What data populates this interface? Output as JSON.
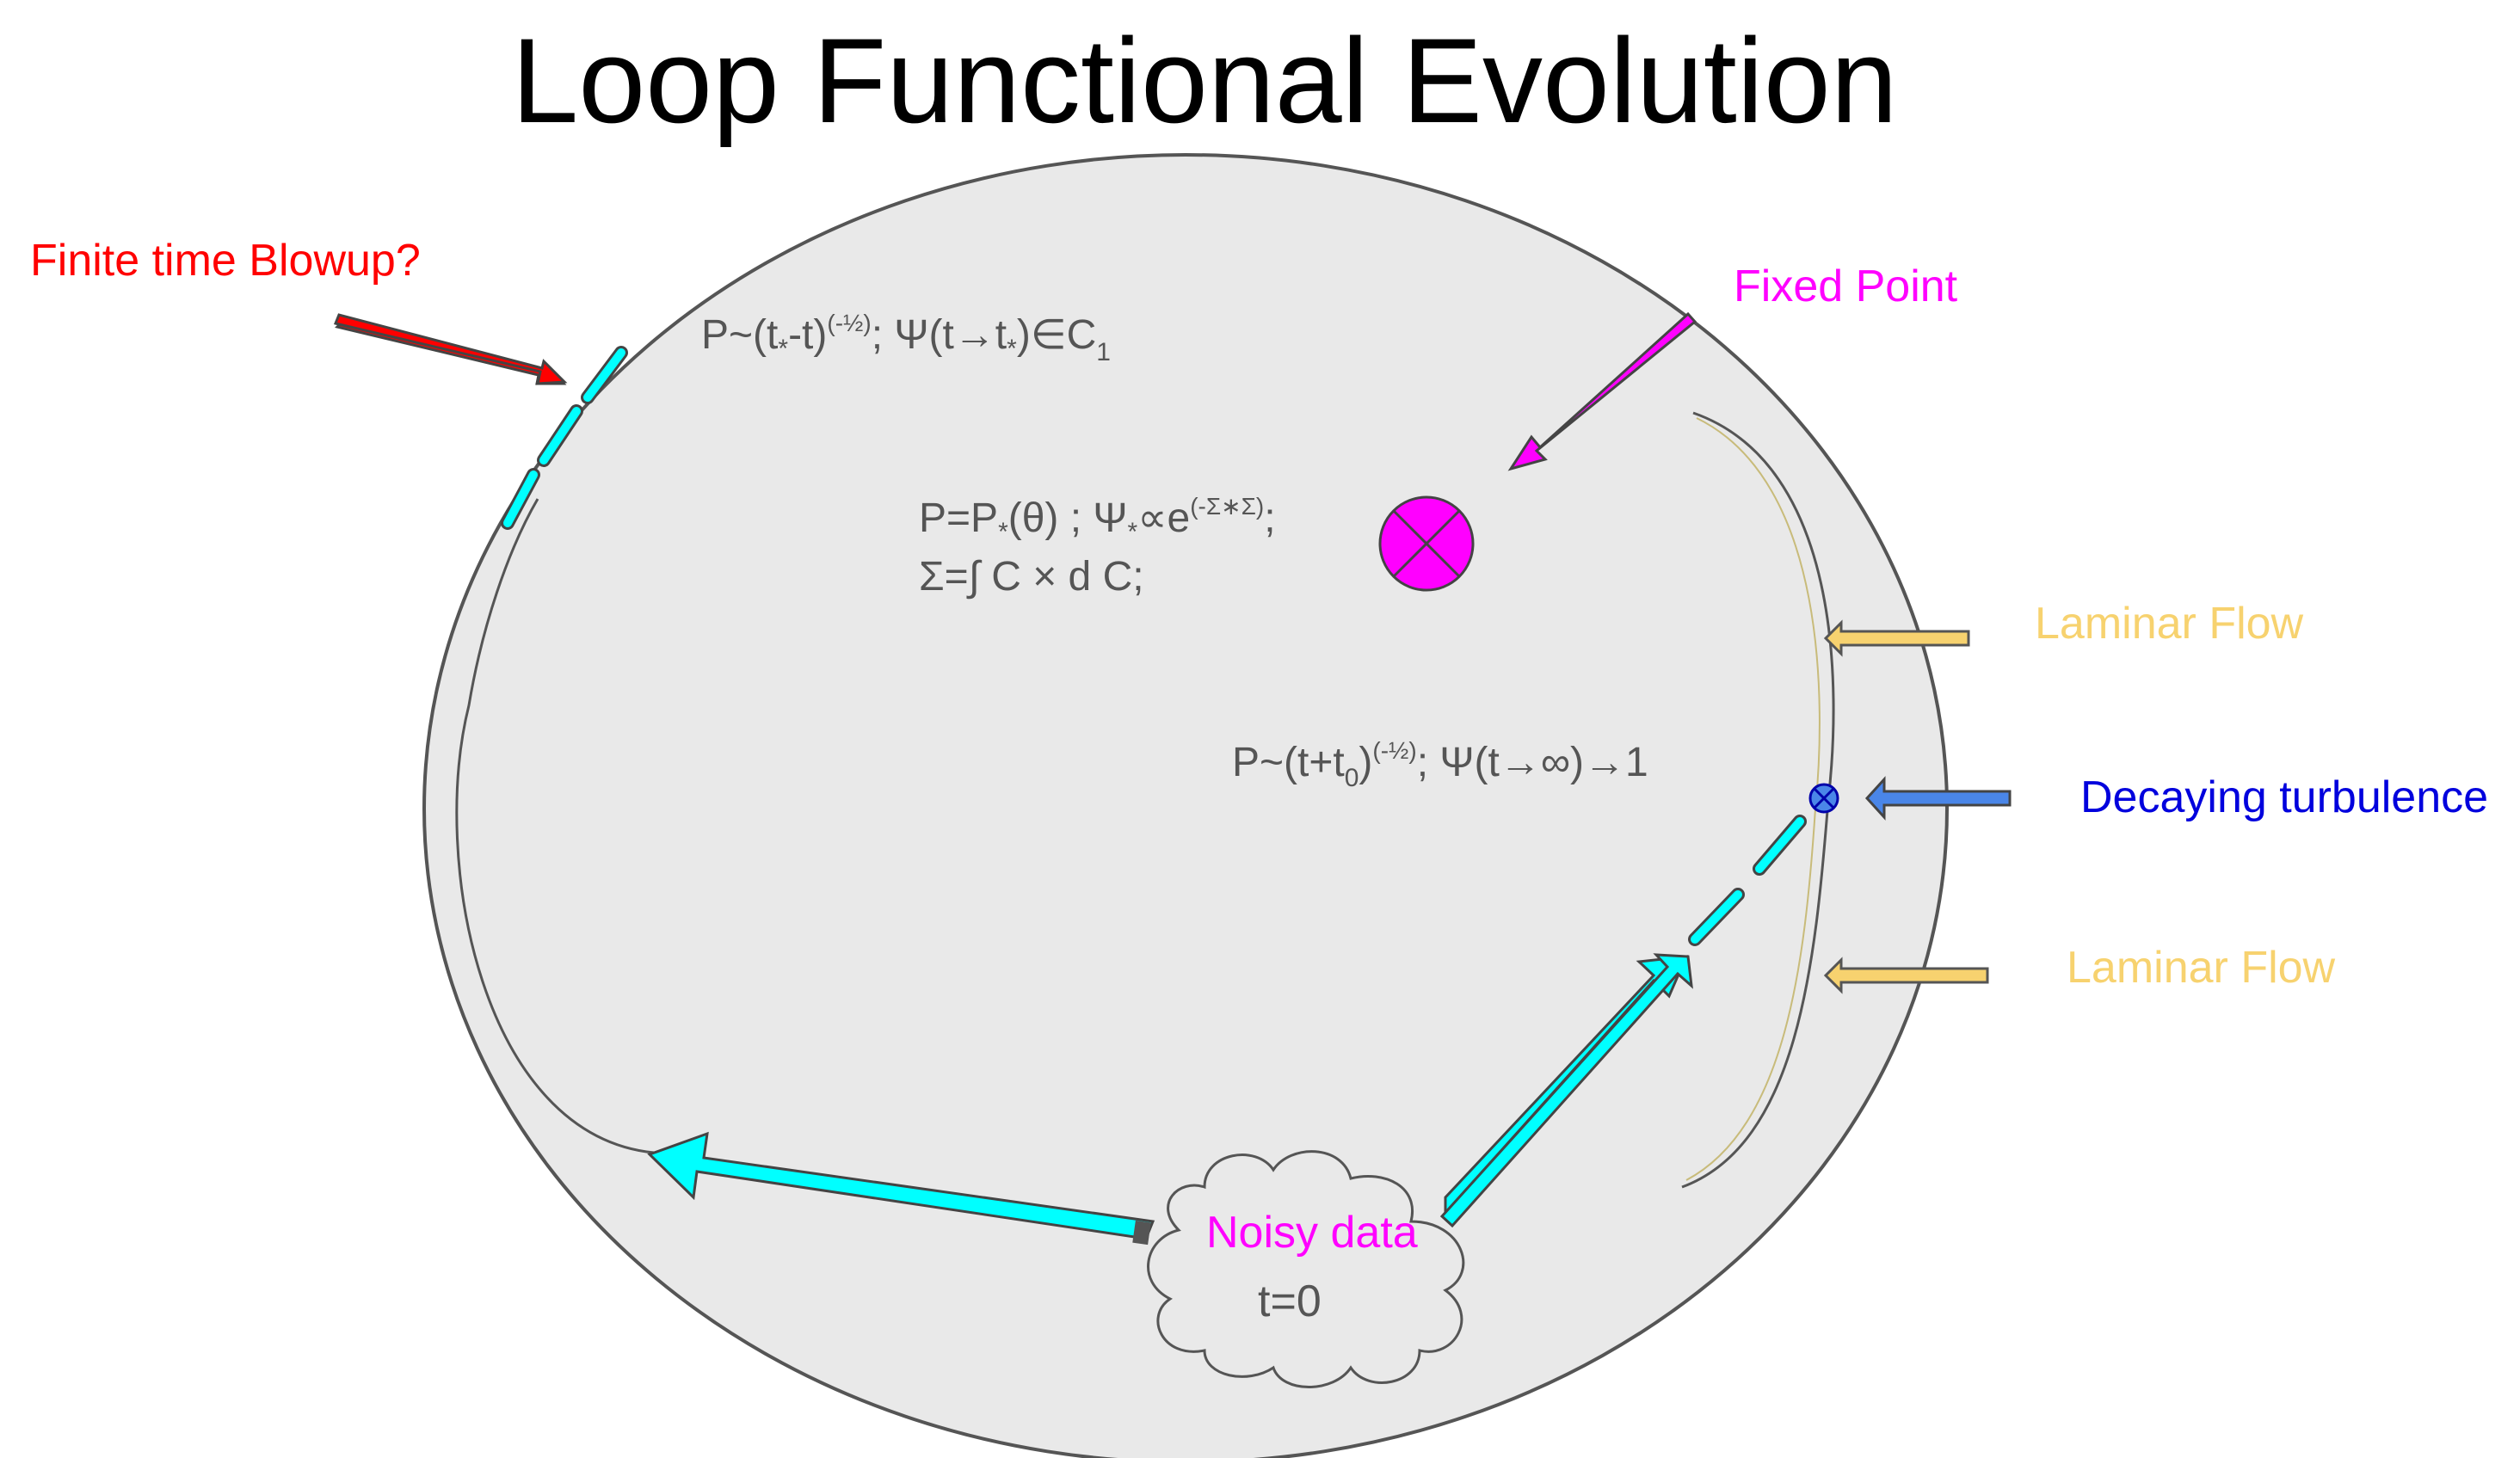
{
  "title": "Loop Functional Evolution",
  "labels": {
    "finite_blowup": "Finite time Blowup?",
    "fixed_point": "Fixed Point",
    "laminar_upper": "Laminar Flow",
    "decaying": "Decaying turbulence",
    "laminar_lower": "Laminar Flow",
    "noisy_data": "Noisy data",
    "t0": "t=0"
  },
  "equations": {
    "blowup": {
      "p1": "P~(t",
      "s1": "*",
      "p2": "-t)",
      "e1": "(-½)",
      "p3": ";  Ψ(t→t",
      "s2": "*",
      "p4": ")∈C",
      "s3": "1"
    },
    "fixed": {
      "p1": "P=P",
      "s1": "*",
      "p2": "(θ) ; Ψ",
      "s2": "*",
      "p3": "∝e",
      "e1": "(-Σ∗Σ)",
      "p4": ";",
      "line2": "Σ=∫ C × d C;"
    },
    "decay": {
      "p1": "P~(t+t",
      "s1": "0",
      "p2": ")",
      "e1": "(-½)",
      "p3": ";  Ψ(t→∞)→1"
    }
  },
  "colors": {
    "domain_fill": "#e9e9e9",
    "domain_stroke": "#555555",
    "cyan": "#00ffff",
    "red": "#ff0000",
    "magenta": "#ff00ff",
    "laminar": "#f7d26f",
    "blue": "#4a86e8",
    "dark_blue": "#0000dd"
  }
}
